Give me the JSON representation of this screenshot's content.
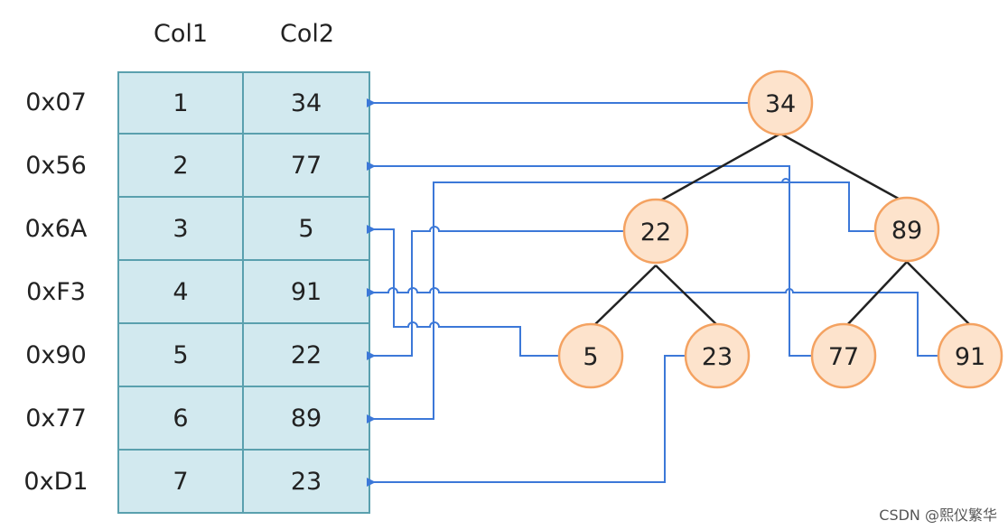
{
  "table": {
    "headers": [
      "Col1",
      "Col2"
    ],
    "rows": [
      {
        "address": "0x07",
        "col1": "1",
        "col2": "34"
      },
      {
        "address": "0x56",
        "col1": "2",
        "col2": "77"
      },
      {
        "address": "0x6A",
        "col1": "3",
        "col2": "5"
      },
      {
        "address": "0xF3",
        "col1": "4",
        "col2": "91"
      },
      {
        "address": "0x90",
        "col1": "5",
        "col2": "22"
      },
      {
        "address": "0x77",
        "col1": "6",
        "col2": "89"
      },
      {
        "address": "0xD1",
        "col1": "7",
        "col2": "23"
      }
    ]
  },
  "tree": {
    "nodes": [
      {
        "id": "n34",
        "value": "34"
      },
      {
        "id": "n22",
        "value": "22"
      },
      {
        "id": "n89",
        "value": "89"
      },
      {
        "id": "n5",
        "value": "5"
      },
      {
        "id": "n23",
        "value": "23"
      },
      {
        "id": "n77",
        "value": "77"
      },
      {
        "id": "n91",
        "value": "91"
      }
    ],
    "edges": [
      [
        "n34",
        "n22"
      ],
      [
        "n34",
        "n89"
      ],
      [
        "n22",
        "n5"
      ],
      [
        "n22",
        "n23"
      ],
      [
        "n89",
        "n77"
      ],
      [
        "n89",
        "n91"
      ]
    ]
  },
  "colors": {
    "cell_fill": "#d2e9ef",
    "cell_border": "#5aa0ae",
    "node_fill": "#fde3cc",
    "node_stroke": "#f4a261",
    "pointer_line": "#3c78d8",
    "edge_line": "#222222"
  },
  "watermark": "CSDN @熙仪繁华"
}
